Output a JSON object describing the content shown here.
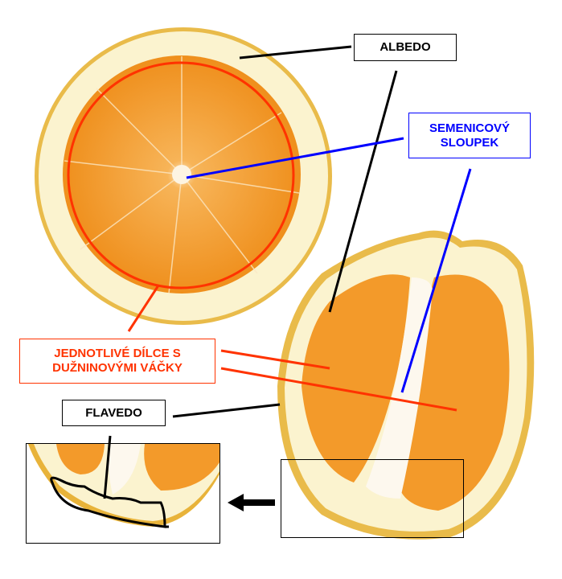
{
  "labels": {
    "albedo": "ALBEDO",
    "seed_column_line1": "SEMENICOVÝ",
    "seed_column_line2": "SLOUPEK",
    "segments_line1": "JEDNOTLIVÉ DÍLCE S",
    "segments_line2": "DUŽNINOVÝMI VÁČKY",
    "flavedo": "FLAVEDO"
  },
  "colors": {
    "black": "#000000",
    "blue": "#0000ff",
    "red": "#ff3300",
    "flesh": "#f39a2a",
    "albedo": "#fbf3cf",
    "peel": "#e8b33a"
  }
}
